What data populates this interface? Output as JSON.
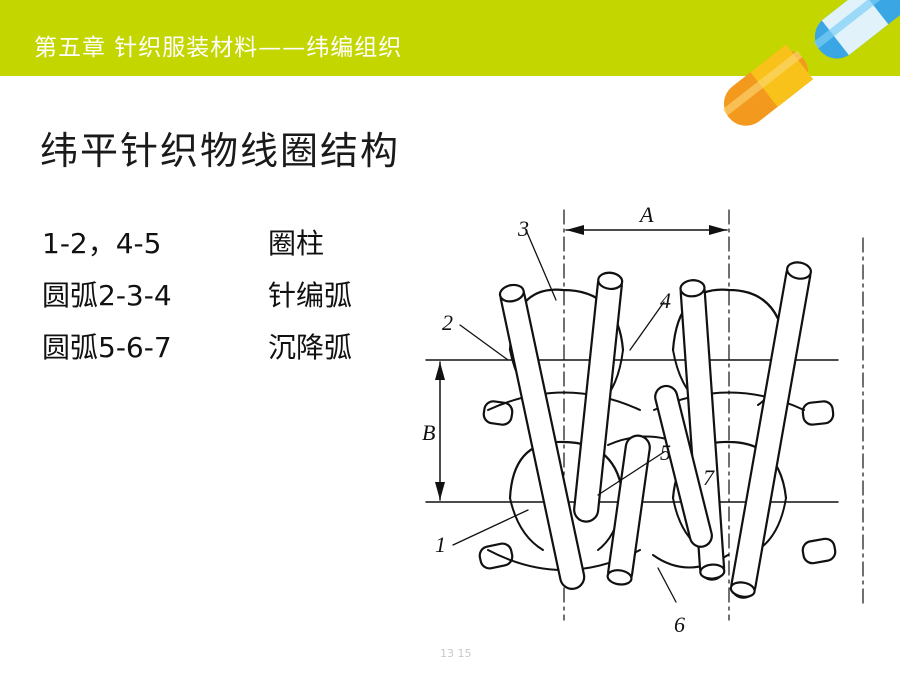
{
  "header": {
    "chapter_title": "第五章  针织服装材料——纬编组织"
  },
  "slide": {
    "title": "纬平针织物线圈结构"
  },
  "legend": [
    {
      "code": "1-2，4-5",
      "name": "圈柱"
    },
    {
      "code": "圆弧2-3-4",
      "name": "针编弧"
    },
    {
      "code": "圆弧5-6-7",
      "name": "沉降弧"
    }
  ],
  "diagram": {
    "labels": {
      "dim_a": "A",
      "dim_b": "B",
      "n3": "3",
      "n2": "2",
      "n4": "4",
      "n5": "5",
      "n7": "7",
      "n1": "1",
      "n6": "6"
    }
  },
  "footer": {
    "page_number": "13  15"
  },
  "colors": {
    "topbar": "#c3d600",
    "logo_blue": "#3aa6e4",
    "logo_orange": "#f39a1e",
    "logo_yellow": "#f8c21b"
  }
}
